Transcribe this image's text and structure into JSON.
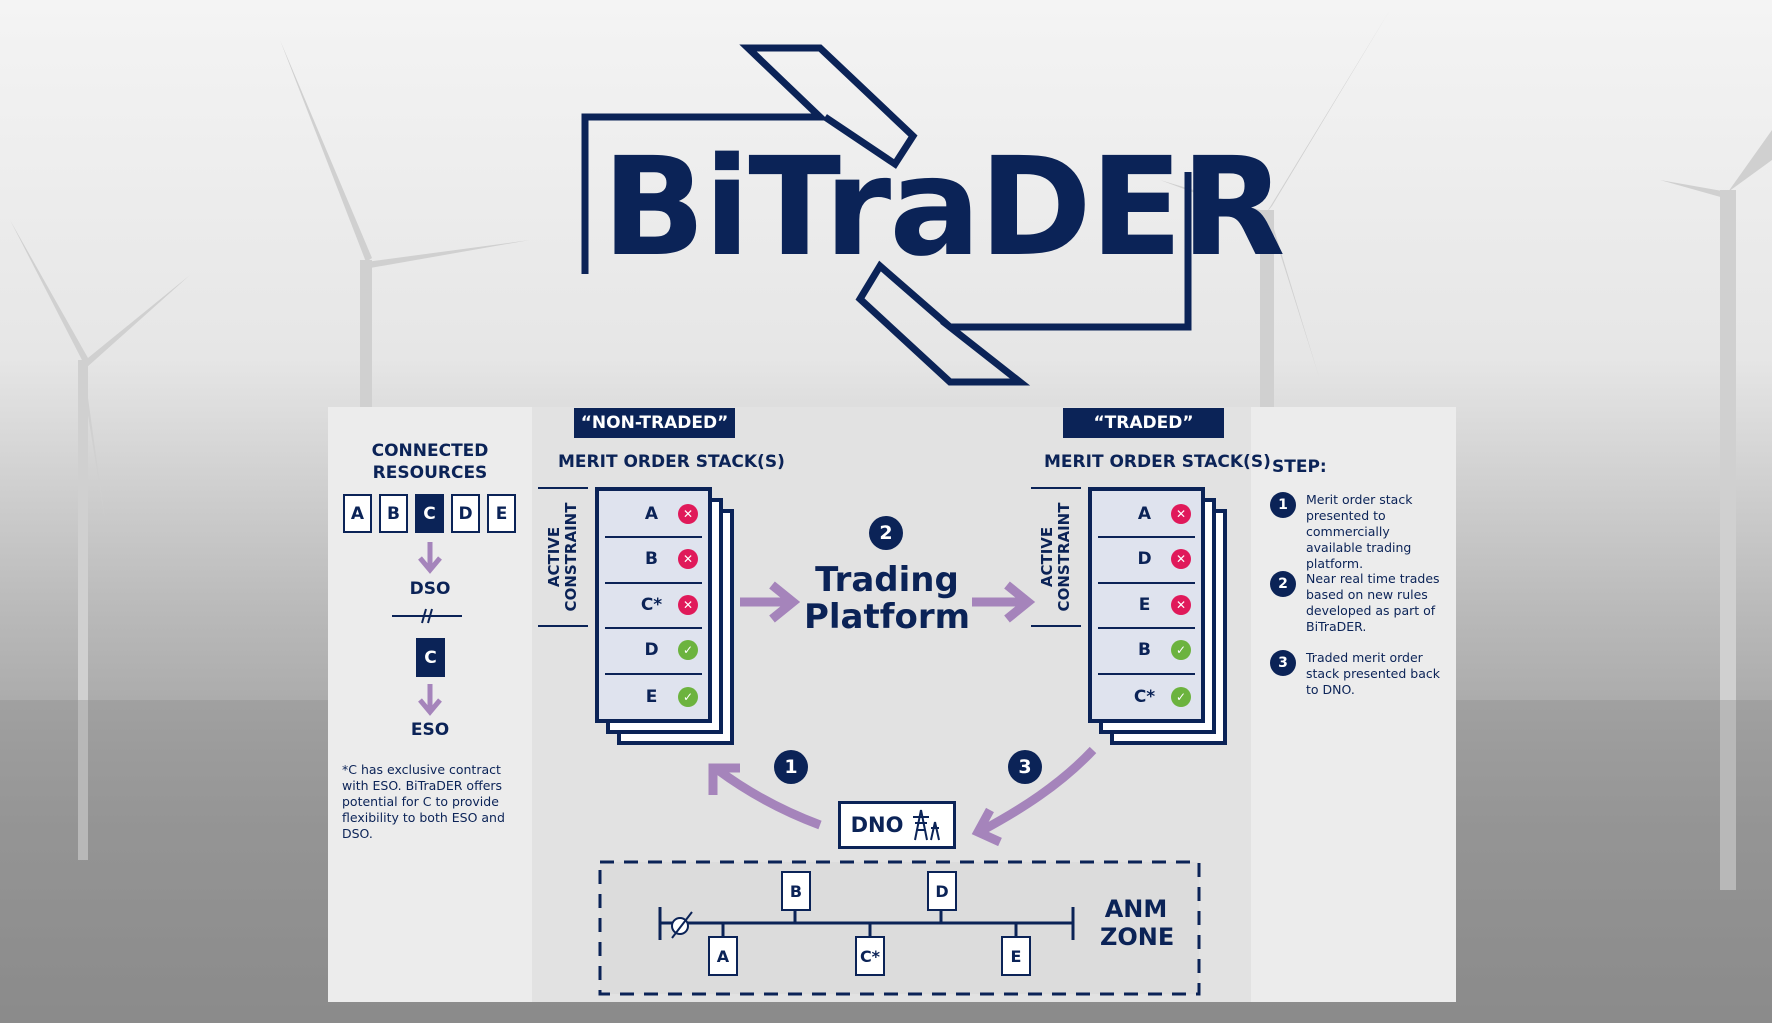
{
  "logo": {
    "text": "BiTraDER"
  },
  "connected": {
    "title_line1": "CONNECTED",
    "title_line2": "RESOURCES",
    "resources": [
      "A",
      "B",
      "C",
      "D",
      "E"
    ],
    "dso": "DSO",
    "c_box": "C",
    "eso": "ESO",
    "footnote": "*C has exclusive contract with ESO. BiTraDER offers potential for C to provide flexibility to both ESO and DSO."
  },
  "non_traded": {
    "tag": "“NON-TRADED”",
    "header": "MERIT ORDER STACK(S)",
    "constraint_line1": "ACTIVE",
    "constraint_line2": "CONSTRAINT",
    "rows": [
      {
        "label": "A",
        "status": "x"
      },
      {
        "label": "B",
        "status": "x"
      },
      {
        "label": "C*",
        "status": "x"
      },
      {
        "label": "D",
        "status": "ok"
      },
      {
        "label": "E",
        "status": "ok"
      }
    ]
  },
  "traded": {
    "tag": "“TRADED”",
    "header": "MERIT ORDER STACK(S)",
    "constraint_line1": "ACTIVE",
    "constraint_line2": "CONSTRAINT",
    "rows": [
      {
        "label": "A",
        "status": "x"
      },
      {
        "label": "D",
        "status": "x"
      },
      {
        "label": "E",
        "status": "x"
      },
      {
        "label": "B",
        "status": "ok"
      },
      {
        "label": "C*",
        "status": "ok"
      }
    ]
  },
  "platform": {
    "step": "2",
    "line1": "Trading",
    "line2": "Platform"
  },
  "flow": {
    "step1": "1",
    "step3": "3",
    "dno": "DNO"
  },
  "anm": {
    "line1": "ANM",
    "line2": "ZONE",
    "nodes_top": [
      "B",
      "D"
    ],
    "nodes_bottom": [
      "A",
      "C*",
      "E"
    ]
  },
  "steps": {
    "title": "STEP:",
    "items": [
      {
        "n": "1",
        "text": "Merit order stack presented to commercially available trading platform."
      },
      {
        "n": "2",
        "text": "Near real time trades based on new rules developed as part of BiTraDER."
      },
      {
        "n": "3",
        "text": "Traded merit order stack presented back to DNO."
      }
    ]
  },
  "colors": {
    "navy": "#0b2357",
    "purple": "#a584bb",
    "red": "#e0195a",
    "green": "#6cb33e"
  }
}
